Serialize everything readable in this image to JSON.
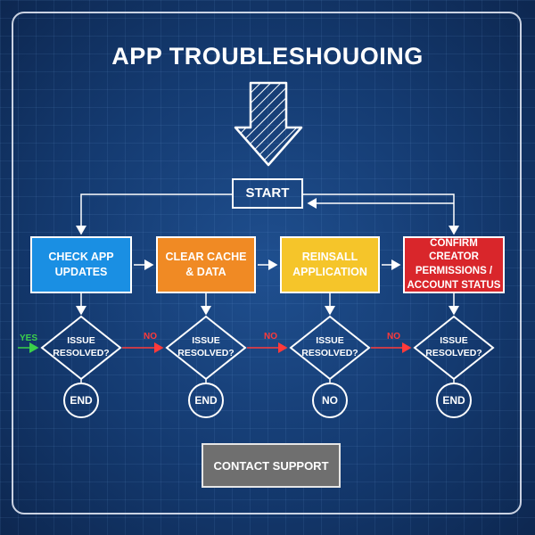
{
  "title": "APP TROUBLESHOUOING",
  "start": "START",
  "steps": [
    {
      "label": "CHECK APP\nUPDATES",
      "color": "#1a8fe3"
    },
    {
      "label": "CLEAR CACHE\n& DATA",
      "color": "#f08a24"
    },
    {
      "label": "REINSALL\nAPPLICATION",
      "color": "#f5c52a"
    },
    {
      "label": "CONFIRM CREATOR\nPERMISSIONS /\nACCOUNT STATUS",
      "color": "#d9262b"
    }
  ],
  "decision_label": "ISSUE\nRESOLVED?",
  "terminals": [
    "END",
    "END",
    "NO",
    "END"
  ],
  "yes_label": "YES",
  "no_label": "NO",
  "contact": "CONTACT SUPPORT",
  "colors": {
    "yes": "#3bd14a",
    "no": "#ff3a3a",
    "line": "#ffffff"
  }
}
